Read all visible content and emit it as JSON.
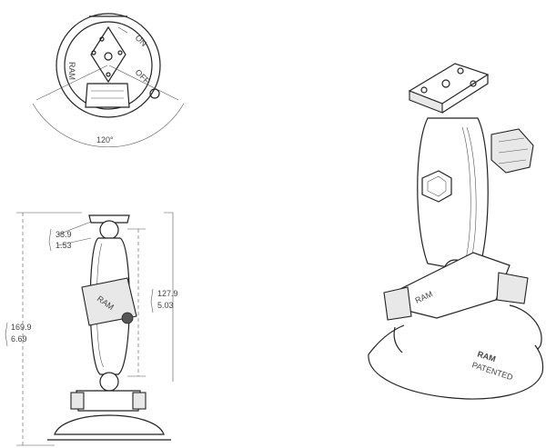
{
  "top_view": {
    "angle_label": "120°",
    "brand_text": "RAM",
    "marks": [
      "ON",
      "OFF"
    ]
  },
  "side_view": {
    "ball_dim": {
      "mm": "38.9",
      "inch": "1.53"
    },
    "arm_dim": {
      "mm": "127.9",
      "inch": "5.03"
    },
    "total_dim": {
      "mm": "169.9",
      "inch": "6.69"
    },
    "knob_text": "RAM"
  },
  "iso_view": {
    "brand_text": "RAM",
    "patent_text": "PATENTED"
  }
}
